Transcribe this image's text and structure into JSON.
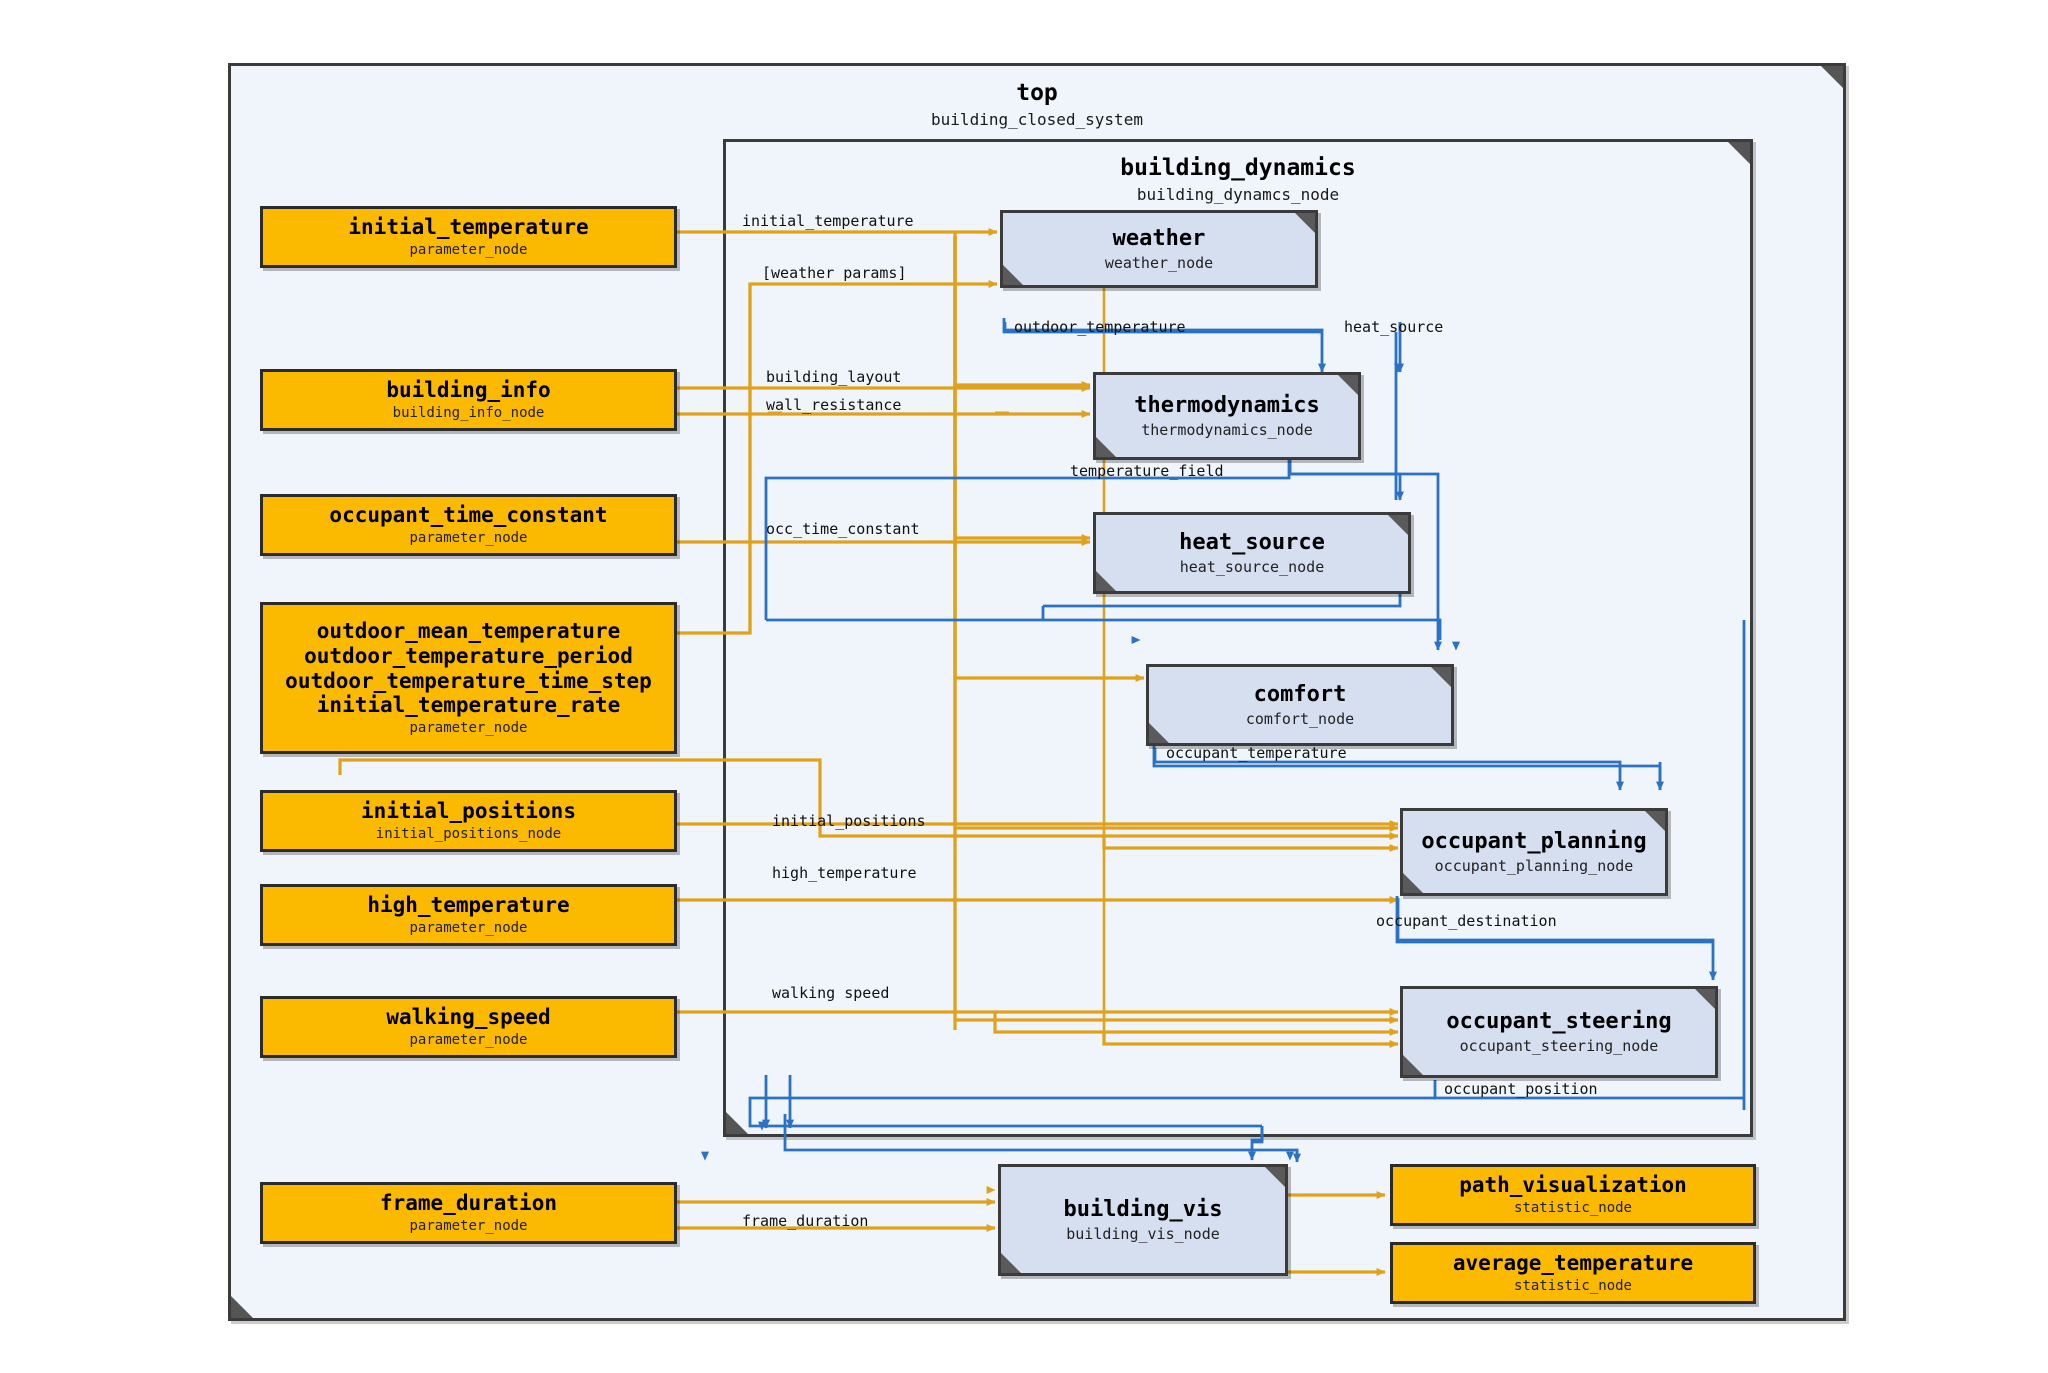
{
  "diagram": {
    "type": "node-graph",
    "outer": {
      "title": "top",
      "subtitle": "building_closed_system"
    },
    "inner": {
      "title": "building_dynamics",
      "subtitle": "building_dynamcs_node"
    },
    "colors": {
      "parameter_node_fill": "#fbb900",
      "subsystem_node_fill": "#d5dff0",
      "container_fill": "#eff5fa",
      "parameter_edge": "#e0a21a",
      "signal_edge": "#2b72c4",
      "border": "#3b3b3b"
    },
    "parameter_nodes": [
      {
        "id": "initial_temperature",
        "labels": [
          "initial_temperature"
        ],
        "kind": "parameter_node"
      },
      {
        "id": "building_info",
        "labels": [
          "building_info"
        ],
        "kind": "building_info_node"
      },
      {
        "id": "occupant_time_constant",
        "labels": [
          "occupant_time_constant"
        ],
        "kind": "parameter_node"
      },
      {
        "id": "outdoor_block",
        "labels": [
          "outdoor_mean_temperature",
          "outdoor_temperature_period",
          "outdoor_temperature_time_step",
          "initial_temperature_rate"
        ],
        "kind": "parameter_node"
      },
      {
        "id": "initial_positions",
        "labels": [
          "initial_positions"
        ],
        "kind": "initial_positions_node"
      },
      {
        "id": "high_temperature",
        "labels": [
          "high_temperature"
        ],
        "kind": "parameter_node"
      },
      {
        "id": "walking_speed",
        "labels": [
          "walking_speed"
        ],
        "kind": "parameter_node"
      },
      {
        "id": "frame_duration",
        "labels": [
          "frame_duration"
        ],
        "kind": "parameter_node"
      }
    ],
    "subsystem_nodes": [
      {
        "id": "weather",
        "title": "weather",
        "subtitle": "weather_node"
      },
      {
        "id": "thermodynamics",
        "title": "thermodynamics",
        "subtitle": "thermodynamics_node"
      },
      {
        "id": "heat_source",
        "title": "heat_source",
        "subtitle": "heat_source_node"
      },
      {
        "id": "comfort",
        "title": "comfort",
        "subtitle": "comfort_node"
      },
      {
        "id": "occupant_planning",
        "title": "occupant_planning",
        "subtitle": "occupant_planning_node"
      },
      {
        "id": "occupant_steering",
        "title": "occupant_steering",
        "subtitle": "occupant_steering_node"
      },
      {
        "id": "building_vis",
        "title": "building_vis",
        "subtitle": "building_vis_node"
      }
    ],
    "statistic_nodes": [
      {
        "id": "path_visualization",
        "title": "path_visualization",
        "subtitle": "statistic_node"
      },
      {
        "id": "average_temperature",
        "title": "average_temperature",
        "subtitle": "statistic_node"
      }
    ],
    "edge_labels": [
      {
        "id": "initial_temperature",
        "text": "initial_temperature"
      },
      {
        "id": "weather_params",
        "text": "[weather params]"
      },
      {
        "id": "outdoor_temperature",
        "text": "outdoor_temperature"
      },
      {
        "id": "heat_source_sig",
        "text": "heat_source"
      },
      {
        "id": "building_layout",
        "text": "building_layout"
      },
      {
        "id": "wall_resistance",
        "text": "wall_resistance"
      },
      {
        "id": "temperature_field",
        "text": "temperature_field"
      },
      {
        "id": "occ_time_constant",
        "text": "occ_time_constant"
      },
      {
        "id": "occupant_temperature",
        "text": "occupant_temperature"
      },
      {
        "id": "initial_positions",
        "text": "initial_positions"
      },
      {
        "id": "high_temperature",
        "text": "high_temperature"
      },
      {
        "id": "occupant_destination",
        "text": "occupant_destination"
      },
      {
        "id": "walking_speed",
        "text": "walking speed"
      },
      {
        "id": "occupant_position",
        "text": "occupant_position"
      },
      {
        "id": "frame_duration",
        "text": "frame_duration"
      }
    ]
  }
}
